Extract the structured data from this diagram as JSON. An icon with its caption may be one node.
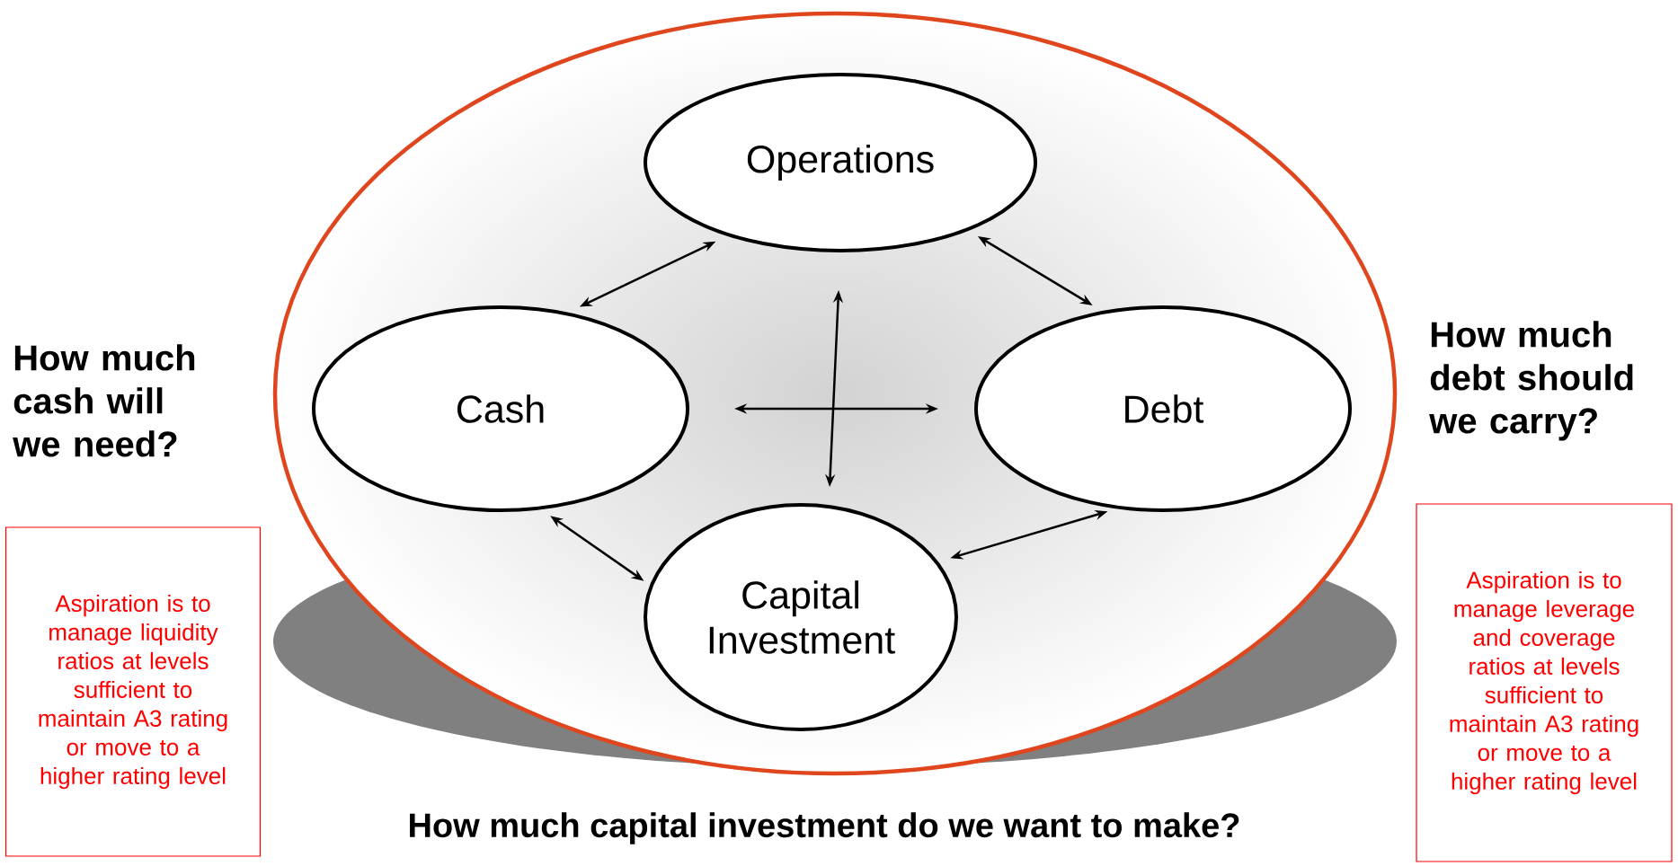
{
  "diagram": {
    "nodes": [
      {
        "text": [],
        "shape": "ellipse"
      },
      {
        "text": [
          "Operations"
        ],
        "in": 0
      },
      {
        "text": [
          "Cash"
        ],
        "in": 0
      },
      {
        "text": [
          "Debt"
        ],
        "in": 0
      },
      {
        "text": [
          "Capital Investment"
        ],
        "in": 0
      },
      {
        "text": [
          "Aspiration is to manage liquidity ratios at levels sufficient to maintain A3 rating or move to a higher rating level"
        ]
      },
      {
        "text": [
          "Aspiration is to manage leverage and coverage ratios at levels sufficient to maintain A3 rating or move to a higher rating level"
        ]
      }
    ],
    "edges": [
      {
        "from": 2,
        "to": 1,
        "arrow": "both"
      },
      {
        "from": 1,
        "to": 3,
        "arrow": "both"
      },
      {
        "from": 2,
        "to": 4,
        "arrow": "both"
      },
      {
        "from": 4,
        "to": 3,
        "arrow": "both"
      },
      {
        "from": 1,
        "to": 4,
        "arrow": "both"
      },
      {
        "from": 2,
        "to": 3,
        "arrow": "both"
      }
    ],
    "labels": [
      "How much cash will we need?",
      "How much debt should we carry?",
      "How much capital investment do we want to make?"
    ]
  }
}
